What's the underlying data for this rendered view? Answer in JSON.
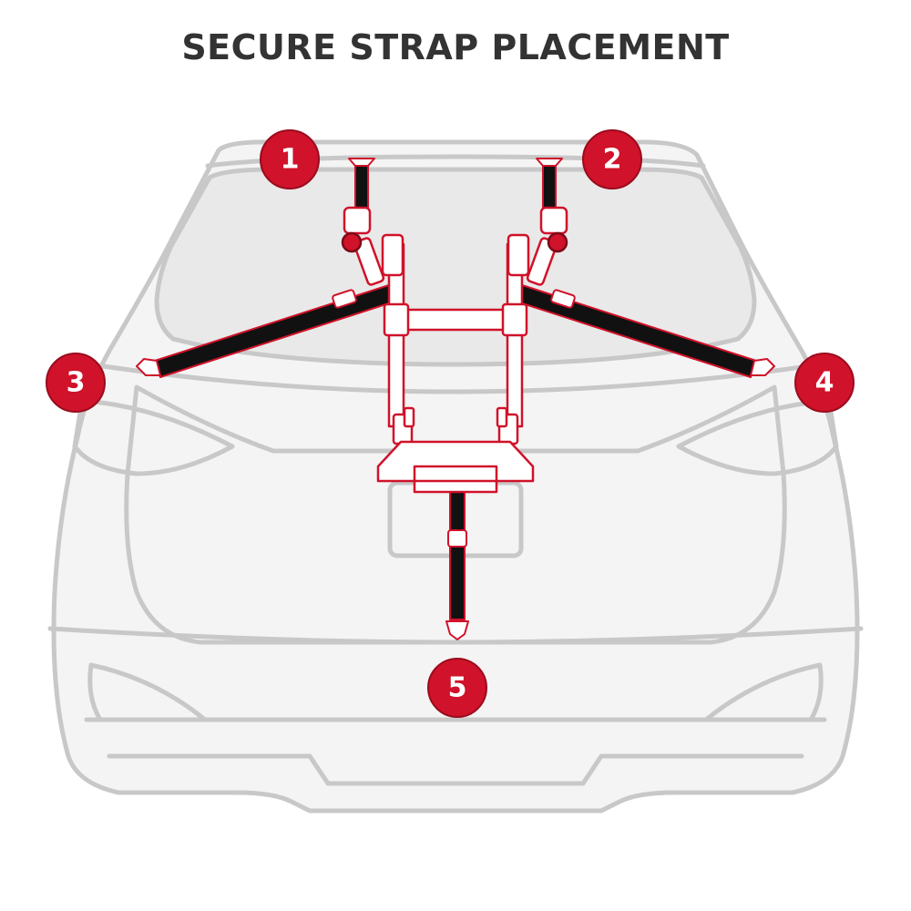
{
  "title": "SECURE STRAP PLACEMENT",
  "colors": {
    "accent_red": "#d0122a",
    "car_outline": "#c8c8c8",
    "car_fill": "#f4f4f4",
    "window_fill": "#e9e9e9",
    "strap": "#111111",
    "rack_fill": "#ffffff",
    "title_text": "#333333"
  },
  "markers": [
    {
      "label": "1",
      "strap": "top-left"
    },
    {
      "label": "2",
      "strap": "top-right"
    },
    {
      "label": "3",
      "strap": "side-left"
    },
    {
      "label": "4",
      "strap": "side-right"
    },
    {
      "label": "5",
      "strap": "bottom"
    }
  ]
}
